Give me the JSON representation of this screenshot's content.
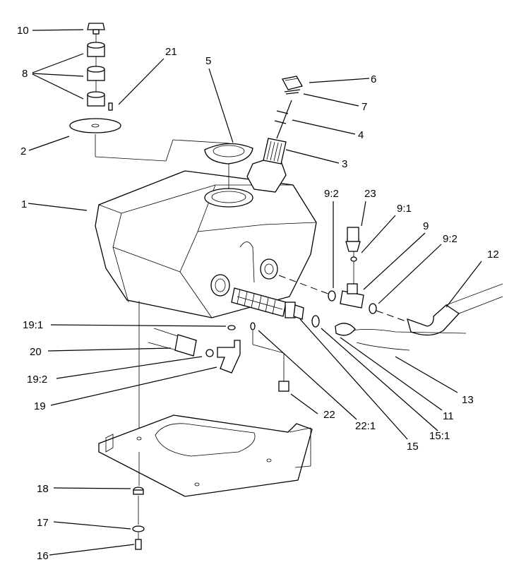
{
  "callouts": {
    "c10": "10",
    "c8": "8",
    "c21": "21",
    "c2": "2",
    "c5": "5",
    "c6": "6",
    "c7": "7",
    "c4": "4",
    "c3": "3",
    "c1": "1",
    "c23": "23",
    "c9_2a": "9:2",
    "c9_1": "9:1",
    "c9": "9",
    "c9_2b": "9:2",
    "c12": "12",
    "c19_1": "19:1",
    "c20": "20",
    "c19_2": "19:2",
    "c19": "19",
    "c22": "22",
    "c22_1": "22:1",
    "c15": "15",
    "c15_1": "15:1",
    "c11": "11",
    "c13": "13",
    "c18": "18",
    "c17": "17",
    "c16": "16"
  }
}
